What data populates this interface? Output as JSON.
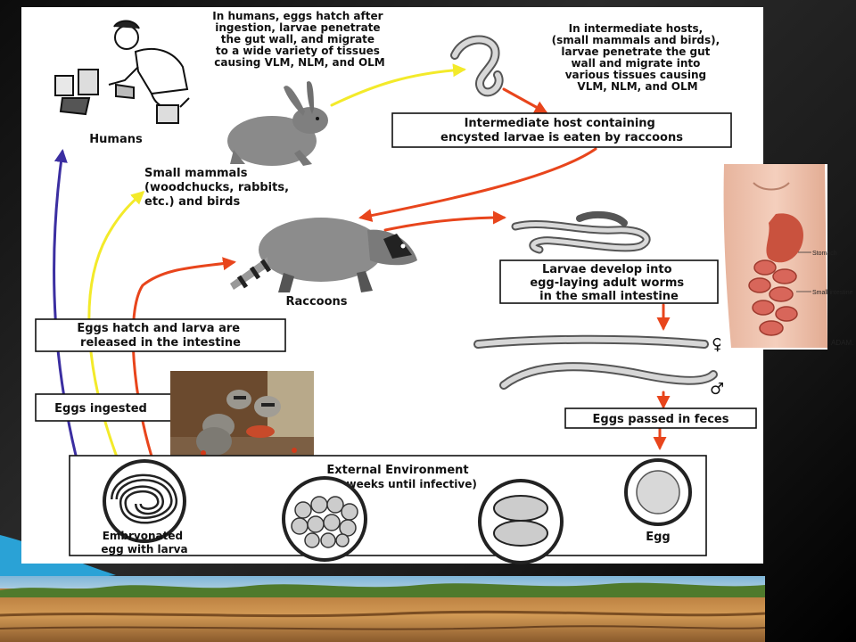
{
  "diagram": {
    "nodes": {
      "humans_note": [
        "In humans, eggs hatch after",
        "ingestion, larvae penetrate",
        "the gut wall, and migrate",
        "to  a wide variety of tissues",
        "causing VLM, NLM, and OLM"
      ],
      "humans": "Humans",
      "intermediate_note": [
        "In intermediate hosts,",
        "(small mammals and birds),",
        "larvae penetrate the gut",
        "wall and migrate into",
        "various tissues causing",
        "VLM, NLM, and OLM"
      ],
      "intermediate_eaten": [
        "Intermediate host containing",
        "encysted larvae is eaten by raccoons"
      ],
      "small_mammals": [
        "Small mammals",
        "(woodchucks, rabbits,",
        "etc.) and birds"
      ],
      "raccoons": "Raccoons",
      "larvae_develop": [
        "Larvae develop into",
        "egg-laying adult worms",
        "in the small intestine"
      ],
      "eggs_hatch": [
        "Eggs hatch and larva are",
        "released in the intestine"
      ],
      "eggs_ingested": "Eggs ingested",
      "eggs_passed": "Eggs passed in feces",
      "external_env": "External Environment",
      "external_sub": "(2-4 weeks until infective)",
      "embryonated": [
        "Embryonated",
        "egg with larva"
      ],
      "egg": "Egg"
    },
    "symbols": {
      "female": "♀",
      "male": "♂"
    },
    "inset": {
      "stomach": "Stomach",
      "small_intestine": "Small intestine",
      "brand": "ADAM."
    },
    "colors": {
      "red_arrow": "#e8451c",
      "yellow_arrow": "#f3ea2a",
      "blue_arrow": "#3b2ea1"
    }
  }
}
